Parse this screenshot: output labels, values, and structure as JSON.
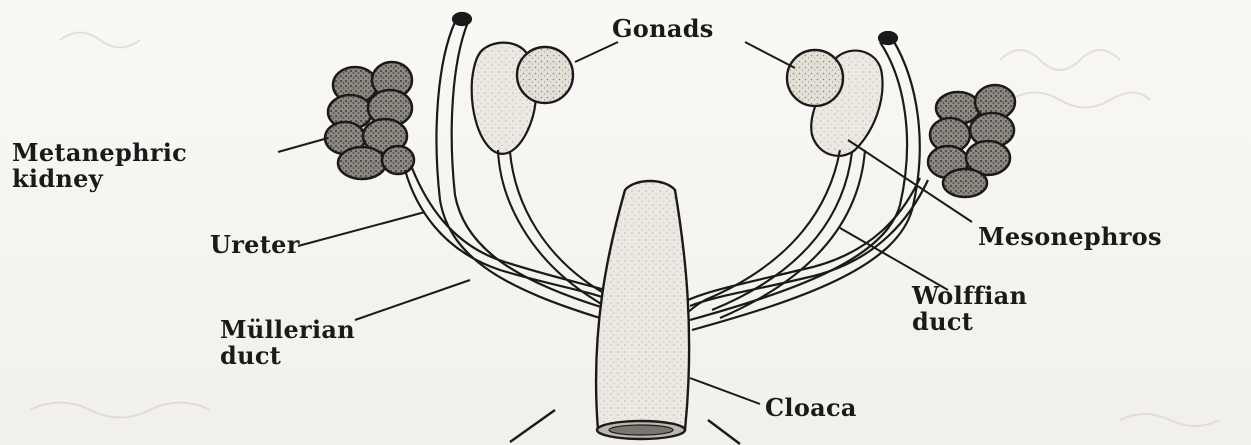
{
  "labels": {
    "gonads": "Gonads",
    "metanephric_line1": "Metanephric",
    "metanephric_line2": "kidney",
    "ureter": "Ureter",
    "mullerian_line1": "Müllerian",
    "mullerian_line2": "duct",
    "mesonephros": "Mesonephros",
    "wolffian_line1": "Wolffian",
    "wolffian_line2": "duct",
    "cloaca": "Cloaca"
  },
  "colors": {
    "ink": "#1a1a1a",
    "organ_fill": "#d8d4cc",
    "kidney_fill": "#7d7a74",
    "paper": "#f6f4f0"
  }
}
